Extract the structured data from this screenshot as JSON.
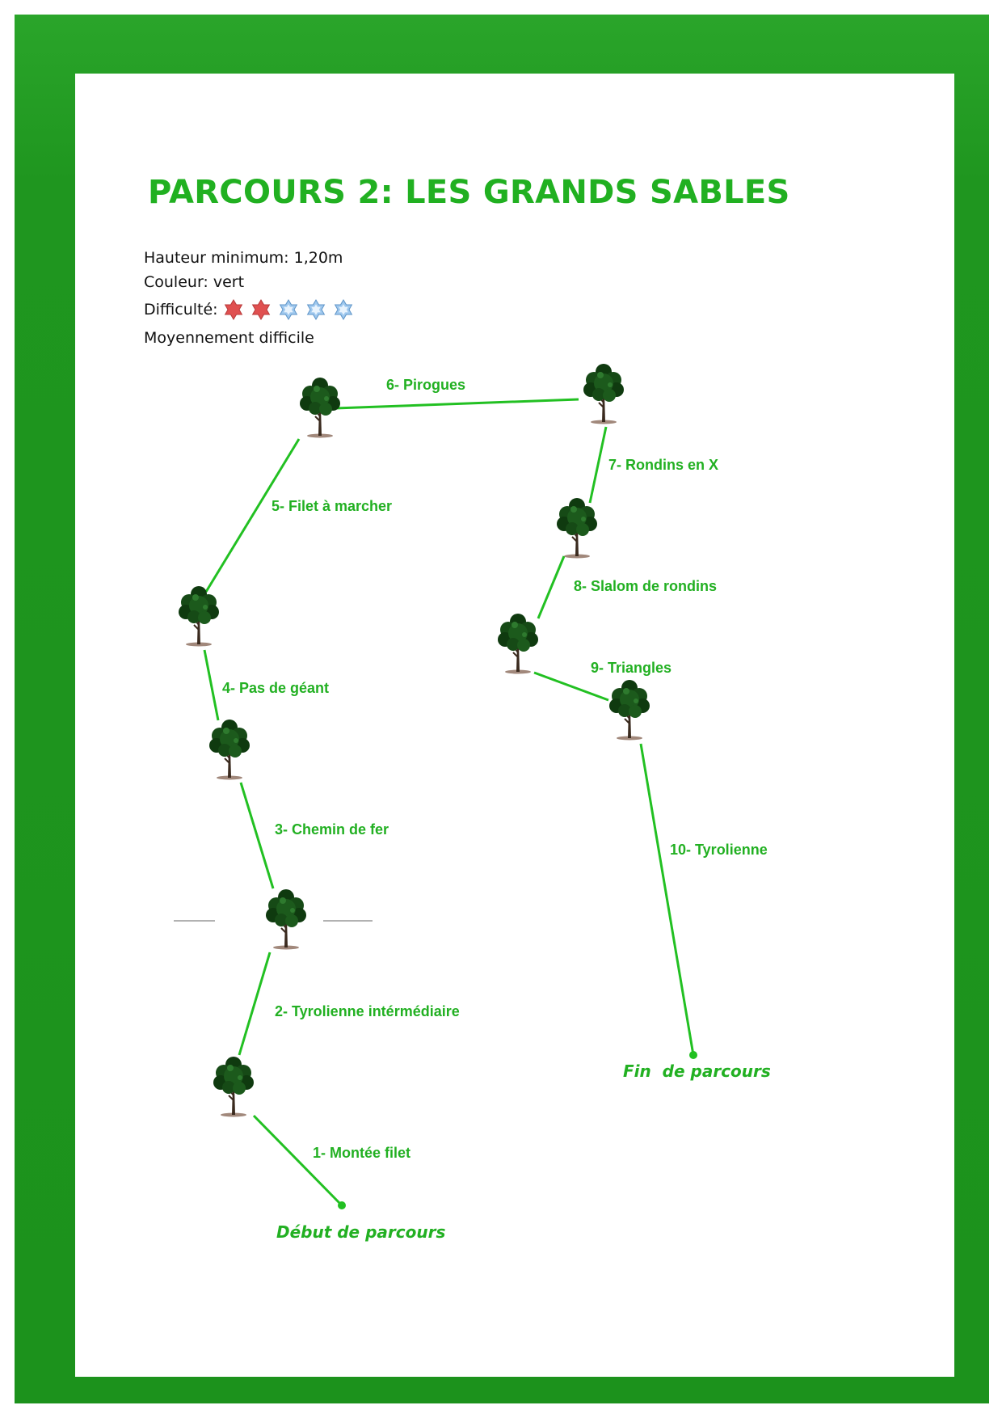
{
  "title": "PARCOURS 2: LES GRANDS SABLES",
  "info": {
    "height": "Hauteur minimum: 1,20m",
    "color": "Couleur: vert",
    "difficulty_label": "Difficulté:",
    "difficulty_rating": 2,
    "difficulty_max": 5,
    "level": "Moyennement difficile"
  },
  "colors": {
    "frame": "#1f961f",
    "accent": "#21b021",
    "route_line": "#22c022",
    "star_filled": "#e05050",
    "star_empty": "#9fc8ee"
  },
  "icons": {
    "tree": "tree-icon",
    "star": "star-icon",
    "endpoint": "dot-marker"
  },
  "route": {
    "segments": [
      {
        "label": "1- Montée filet"
      },
      {
        "label": "2- Tyrolienne intérmédiaire"
      },
      {
        "label": "3- Chemin de fer"
      },
      {
        "label": "4- Pas de géant"
      },
      {
        "label": "5- Filet à marcher"
      },
      {
        "label": "6- Pirogues"
      },
      {
        "label": "7- Rondins en X"
      },
      {
        "label": "8- Slalom de rondins"
      },
      {
        "label": "9- Triangles"
      },
      {
        "label": "10- Tyrolienne"
      }
    ],
    "start_label": "Début de parcours",
    "end_label": "Fin  de parcours"
  }
}
